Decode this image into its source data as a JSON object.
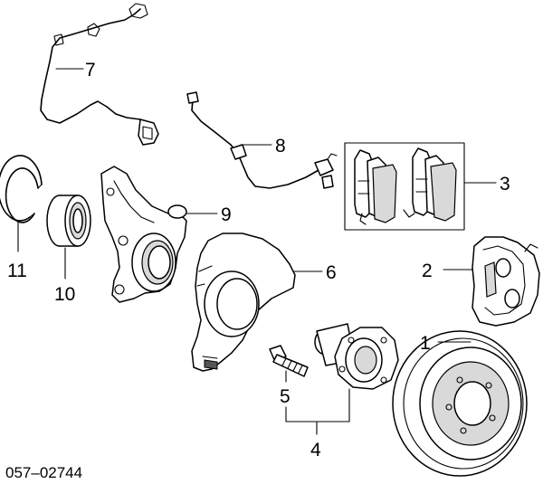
{
  "diagram": {
    "reference_code": "057–02744",
    "callouts": {
      "c1": "1",
      "c2": "2",
      "c3": "3",
      "c4": "4",
      "c5": "5",
      "c6": "6",
      "c7": "7",
      "c8": "8",
      "c9": "9",
      "c10": "10",
      "c11": "11"
    }
  }
}
